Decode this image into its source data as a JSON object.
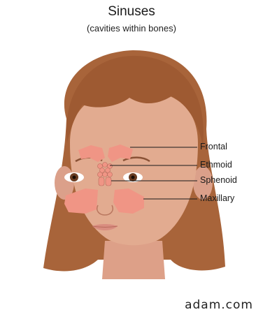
{
  "header": {
    "title": "Sinuses",
    "subtitle": "(cavities within bones)"
  },
  "labels": {
    "frontal": "Frontal",
    "ethmoid": "Ethmoid",
    "sphenoid": "Sphenoid",
    "maxillary": "Maxillary"
  },
  "credit": "adam.com",
  "colors": {
    "hair": "#a8643a",
    "skin": "#e2ab90",
    "sinus": "#f09585",
    "lips": "#d98d80"
  }
}
